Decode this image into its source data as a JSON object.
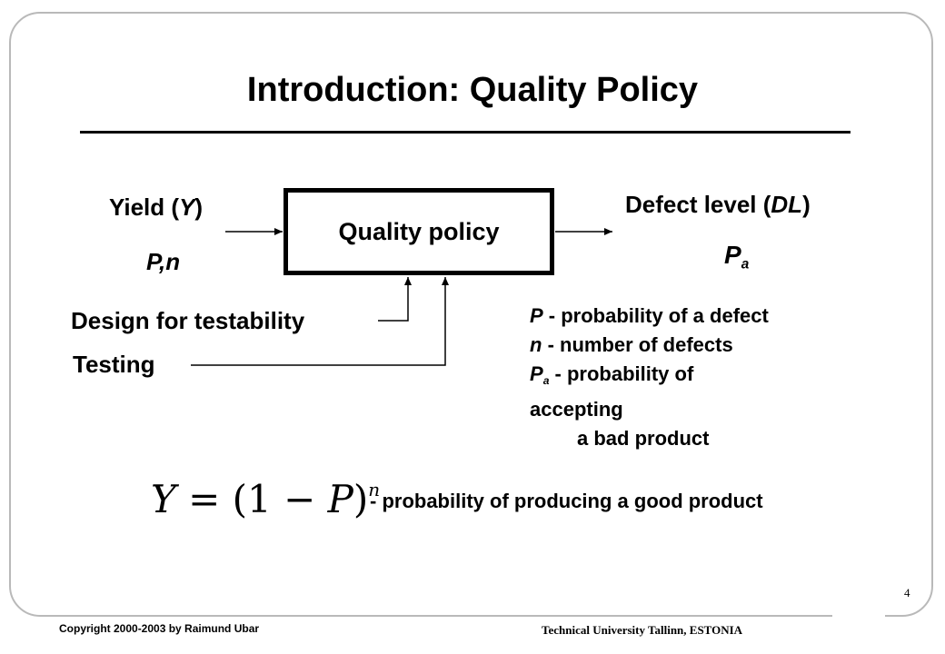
{
  "title": "Introduction: Quality Policy",
  "box_label": "Quality policy",
  "inputs": {
    "yield_pre": "Yield (",
    "yield_var": "Y",
    "yield_post": ")",
    "pn": "P,n",
    "design_for_testability": "Design for testability",
    "testing": "Testing"
  },
  "outputs": {
    "defect_pre": "Defect level (",
    "defect_var": "DL",
    "defect_post": ")",
    "pa_main": "P",
    "pa_sub": "a"
  },
  "legend": {
    "p_sym": "P",
    "p_text": " - probability of a defect",
    "n_sym": "n",
    "n_text": " -  number of defects",
    "pa_sym": "P",
    "pa_sub": "a",
    "pa_text": " - probability of",
    "line4": "accepting",
    "line5": "a bad product"
  },
  "formula": {
    "lhs": "Y",
    "eq": " = (1 − ",
    "p": "P",
    "close": ")",
    "exp": "n",
    "description": "- probability of producing a good product"
  },
  "footer": {
    "copyright": "Copyright  2000-2003  by  Raimund Ubar",
    "institution": "Technical University Tallinn, ESTONIA",
    "page": "4"
  }
}
